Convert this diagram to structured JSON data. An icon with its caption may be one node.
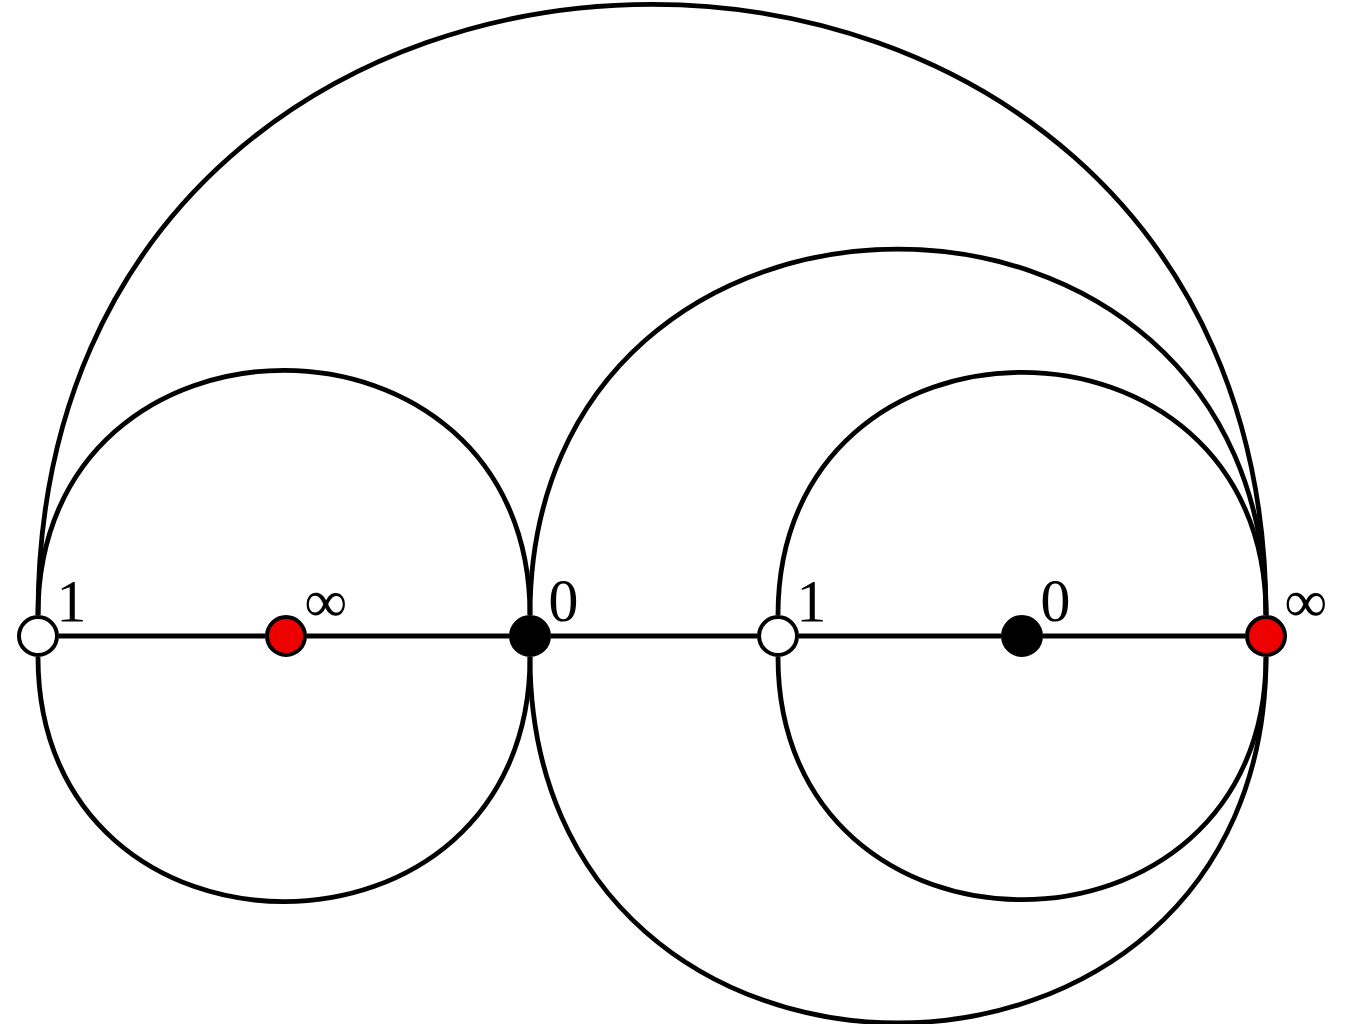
{
  "diagram": {
    "nodes": [
      {
        "text": [],
        "shape": "circle",
        "beside": [
          "1"
        ]
      },
      {
        "text": [],
        "shape": "circle",
        "beside": [
          "∞"
        ]
      },
      {
        "text": [],
        "shape": "circle",
        "beside": [
          "0"
        ]
      },
      {
        "text": [],
        "shape": "circle",
        "beside": [
          "1"
        ]
      },
      {
        "text": [],
        "shape": "circle",
        "beside": [
          "0"
        ]
      },
      {
        "text": [],
        "shape": "circle",
        "beside": [
          "∞"
        ]
      }
    ],
    "edges": [
      {
        "from": 0,
        "to": 1,
        "arrow": "none"
      },
      {
        "from": 1,
        "to": 2,
        "arrow": "none"
      },
      {
        "from": 2,
        "to": 3,
        "arrow": "none"
      },
      {
        "from": 3,
        "to": 4,
        "arrow": "none"
      },
      {
        "from": 4,
        "to": 5,
        "arrow": "none"
      },
      {
        "from": 0,
        "to": 5,
        "arrow": "none"
      },
      {
        "from": 0,
        "to": 2,
        "arrow": "none"
      },
      {
        "from": 0,
        "to": 2,
        "arrow": "none"
      },
      {
        "from": 2,
        "to": 5,
        "arrow": "none"
      },
      {
        "from": 2,
        "to": 5,
        "arrow": "none"
      },
      {
        "from": 3,
        "to": 5,
        "arrow": "none"
      },
      {
        "from": 3,
        "to": 5,
        "arrow": "none"
      }
    ]
  }
}
